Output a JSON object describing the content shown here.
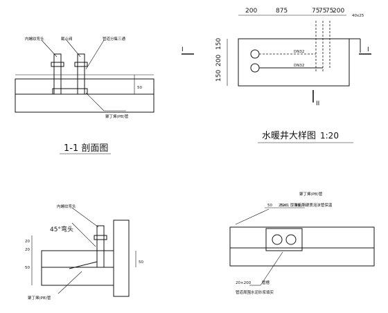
{
  "detail_1_1": {
    "title": "1-1  剖面图",
    "labels": {
      "elbow": "内螺纹弯头",
      "valve": "截止阀",
      "tee": "管道分集三通",
      "pipe": "聚丁烯(PB)管"
    },
    "dims": {
      "d50": "50"
    }
  },
  "well_detail": {
    "title": "水暖井大样图",
    "scale": "1:20",
    "top_dims": [
      "200",
      "875",
      "75",
      "75",
      "75",
      "200"
    ],
    "left_dims": [
      "150",
      "200",
      "150"
    ],
    "corner_label": "40x25",
    "pipe_labels": [
      "DN32",
      "DN32"
    ],
    "section_marks": [
      "I",
      "I",
      "II"
    ]
  },
  "detail_bottom_left": {
    "labels": {
      "elbow": "内螺纹弯头",
      "elbow45": "45°弯头",
      "pipe": "聚丁烯(PB)管"
    },
    "dims": {
      "d50": "50",
      "d20a": "20",
      "d20b": "20",
      "d50b": "50"
    }
  },
  "detail_bottom_right": {
    "top_dims": [
      "50",
      "120",
      "50"
    ],
    "labels": {
      "pipe": "聚丁烯(PB)管",
      "mesh": "25×1  厚聚氨酯硬质泡沫管保温",
      "groove": "管槽",
      "fill": "管道周围水泥砂浆填实",
      "size": "20×200"
    }
  }
}
